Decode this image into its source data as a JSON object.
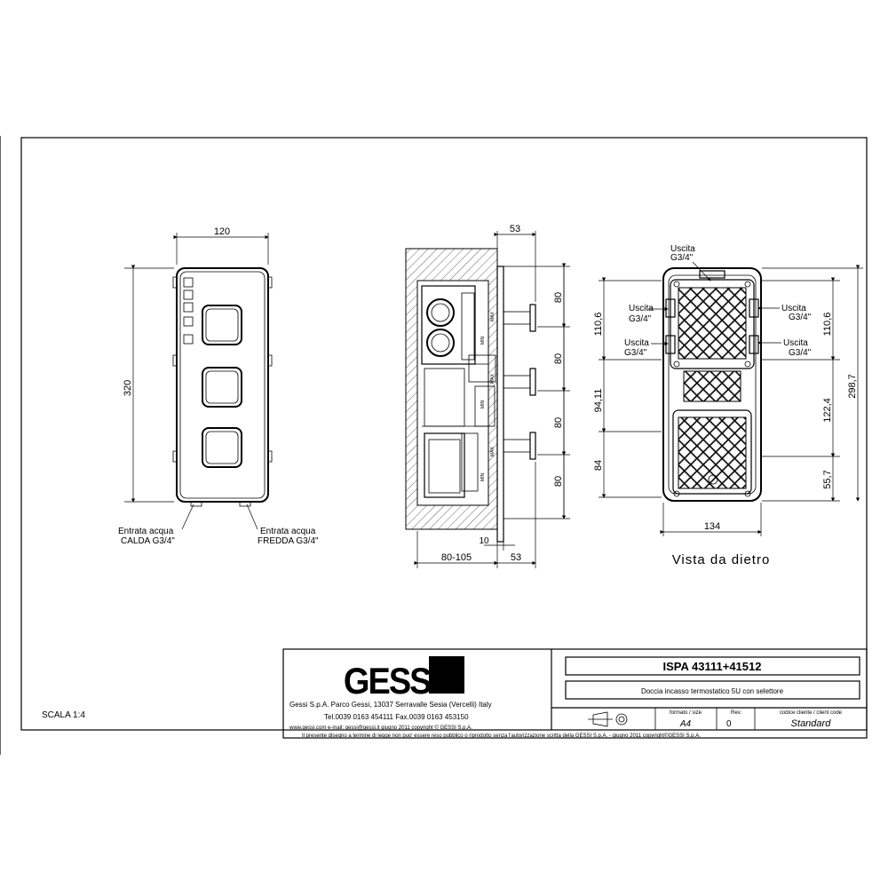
{
  "front_view": {
    "width_dim": "120",
    "height_dim": "320",
    "inlet_hot_line1": "Entrata acqua",
    "inlet_hot_line2": "CALDA G3/4\"",
    "inlet_cold_line1": "Entrata acqua",
    "inlet_cold_line2": "FREDDA G3/4\""
  },
  "side_view": {
    "depth_top": "53",
    "dims_right": [
      "80",
      "80",
      "80",
      "80"
    ],
    "dim_10": "10",
    "depth_bottom_left": "80-105",
    "depth_bottom_right": "53",
    "valve_min": "MIN",
    "valve_max": "MAX"
  },
  "back_view": {
    "title": "Vista da dietro",
    "outlet_top_line1": "Uscita",
    "outlet_top_line2": "G3/4\"",
    "outlet_left_a1": "Uscita",
    "outlet_left_a2": "G3/4\"",
    "outlet_left_b1": "Uscita",
    "outlet_left_b2": "G3/4\"",
    "outlet_right_a1": "Uscita",
    "outlet_right_a2": "G3/4\"",
    "outlet_right_b1": "Uscita",
    "outlet_right_b2": "G3/4\"",
    "dim_left_1": "110,6",
    "dim_left_2": "94,11",
    "dim_left_3": "84",
    "dim_right_1": "110,6",
    "dim_right_2": "122,4",
    "dim_right_3": "55,7",
    "dim_total": "298,7",
    "dim_width": "134"
  },
  "title_block": {
    "logo": "GESSI",
    "company_line": "Gessi S.p.A. Parco Gessi, 13037 Serravalle Sesia (Vercelli) Italy",
    "phone_line": "Tel.0039 0163 454111 Fax.0039 0163 453150",
    "web_line": "www.gessi.com e-mail: gessi@gessi.it   giugno 2011   copyright © GESSI S.p.A.",
    "product_code": "ISPA 43111+41512",
    "product_desc": "Doccia incasso termostatico 5U con selettore",
    "format_label": "formato / size",
    "format_value": "A4",
    "rev_label": "Rev.",
    "rev_value": "0",
    "client_label": "codice cliente / client code",
    "client_value": "Standard",
    "legal_line": "Il presente disegno a termine di legge non puo' essere reso pubblico o riprodotto senza l'autorizzazione scritta della GESSI S.p.A. - giugno 2011  copyright©GESSI S.p.A."
  },
  "scale_label": "SCALA 1:4"
}
